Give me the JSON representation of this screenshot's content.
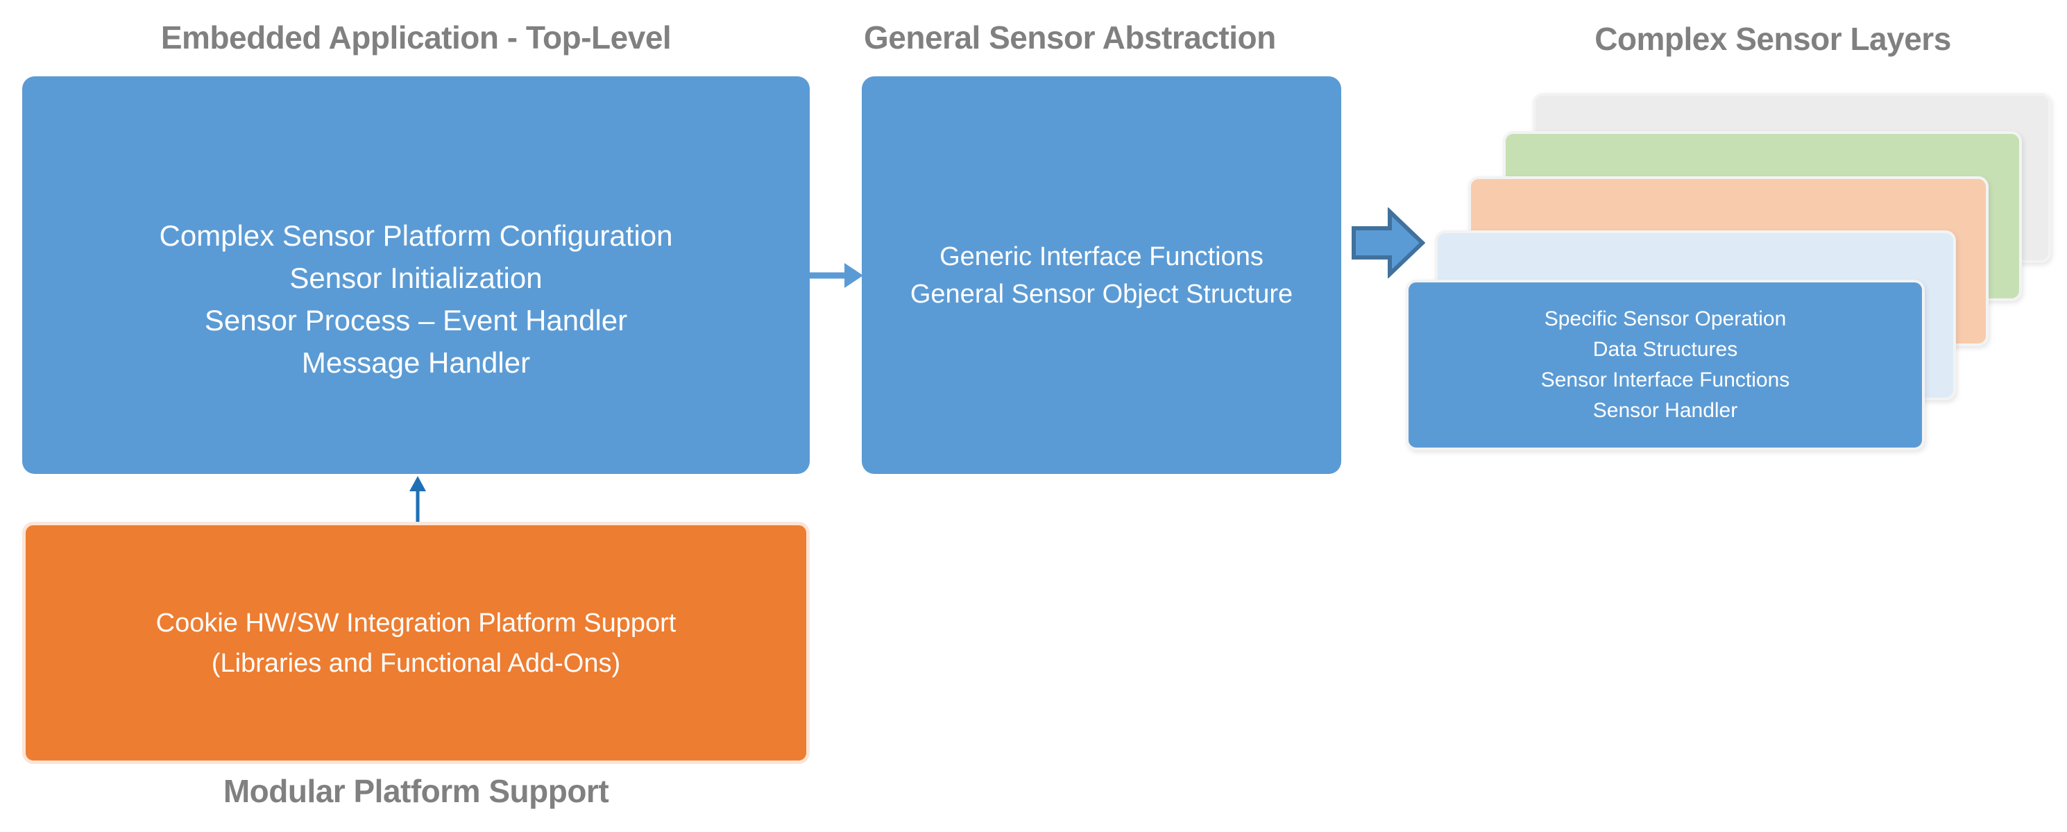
{
  "colors": {
    "blue": "#5B9BD5",
    "blue-dark": "#41719C",
    "arrow-blue": "#1F6FB5",
    "orange": "#ED7D31",
    "orange-border": "#FBE5D6",
    "title-gray": "#808080",
    "card-gray": "#ECECEC",
    "card-green": "#C6E0B4",
    "card-peach": "#F8CBAD",
    "card-lightblue": "#DEEBF7",
    "card-border": "#F3F3F3"
  },
  "left_column": {
    "title": "Embedded Application - Top-Level",
    "app_box": {
      "lines": [
        "Complex Sensor Platform Configuration",
        "Sensor Initialization",
        "Sensor Process – Event Handler",
        "Message Handler"
      ]
    },
    "support_box": {
      "lines": [
        "Cookie HW/SW Integration Platform Support",
        "(Libraries and Functional Add-Ons)"
      ]
    },
    "caption": "Modular Platform Support"
  },
  "middle_column": {
    "title": "General Sensor Abstraction",
    "abstraction_box": {
      "lines": [
        "Generic Interface Functions",
        "General Sensor Object Structure"
      ]
    }
  },
  "right_column": {
    "title": "Complex Sensor Layers",
    "layer_cards": [
      {
        "name": "layer-card-gray",
        "color": "#ECECEC"
      },
      {
        "name": "layer-card-green",
        "color": "#C6E0B4"
      },
      {
        "name": "layer-card-peach",
        "color": "#F8CBAD"
      },
      {
        "name": "layer-card-lightblue",
        "color": "#DEEBF7"
      }
    ],
    "front_card": {
      "lines": [
        "Specific Sensor Operation",
        "Data Structures",
        "Sensor Interface Functions",
        "Sensor Handler"
      ]
    }
  }
}
